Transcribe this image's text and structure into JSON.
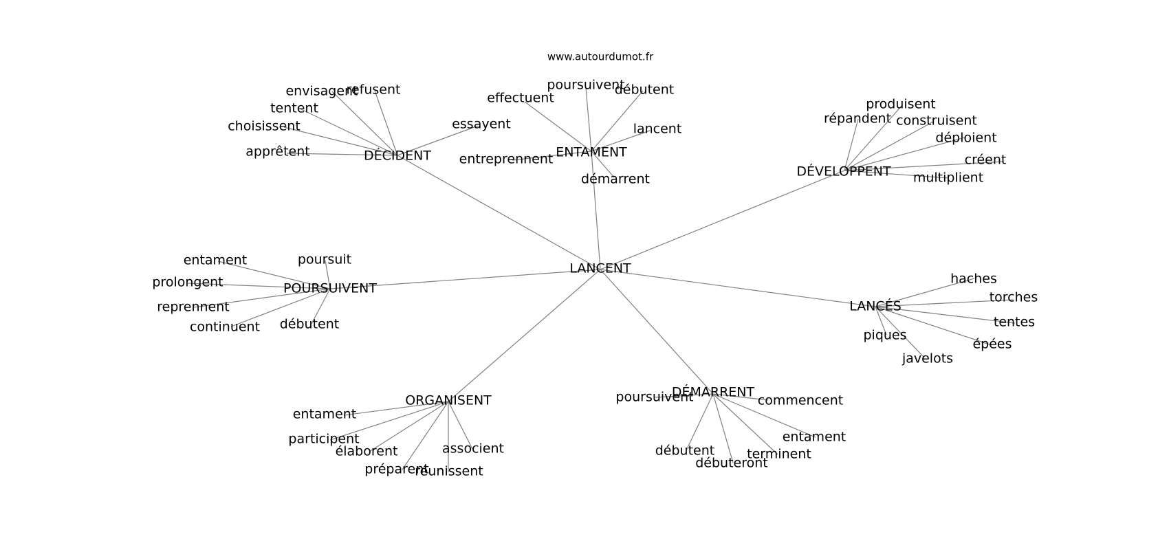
{
  "source": "www.autourdumot.fr",
  "center": "LANCENT",
  "groups": [
    {
      "word": "DÉCIDENT",
      "leaves": [
        "envisagent",
        "refusent",
        "tentent",
        "choisissent",
        "apprêtent",
        "essayent"
      ]
    },
    {
      "word": "ENTAMENT",
      "leaves": [
        "poursuivent",
        "débutent",
        "effectuent",
        "lancent",
        "entreprennent",
        "démarrent"
      ]
    },
    {
      "word": "DÉVELOPPENT",
      "leaves": [
        "produisent",
        "répandent",
        "construisent",
        "déploient",
        "créent",
        "multiplient"
      ]
    },
    {
      "word": "POURSUIVENT",
      "leaves": [
        "entament",
        "poursuit",
        "prolongent",
        "reprennent",
        "continuent",
        "débutent"
      ]
    },
    {
      "word": "LANCÉS",
      "leaves": [
        "haches",
        "torches",
        "tentes",
        "épées",
        "javelots",
        "piques"
      ]
    },
    {
      "word": "ORGANISENT",
      "leaves": [
        "entament",
        "participent",
        "élaborent",
        "associent",
        "préparent",
        "réunissent"
      ]
    },
    {
      "word": "DÉMARRENT",
      "leaves": [
        "poursuivent",
        "commencent",
        "entament",
        "terminent",
        "débuteront",
        "débutent"
      ]
    }
  ]
}
